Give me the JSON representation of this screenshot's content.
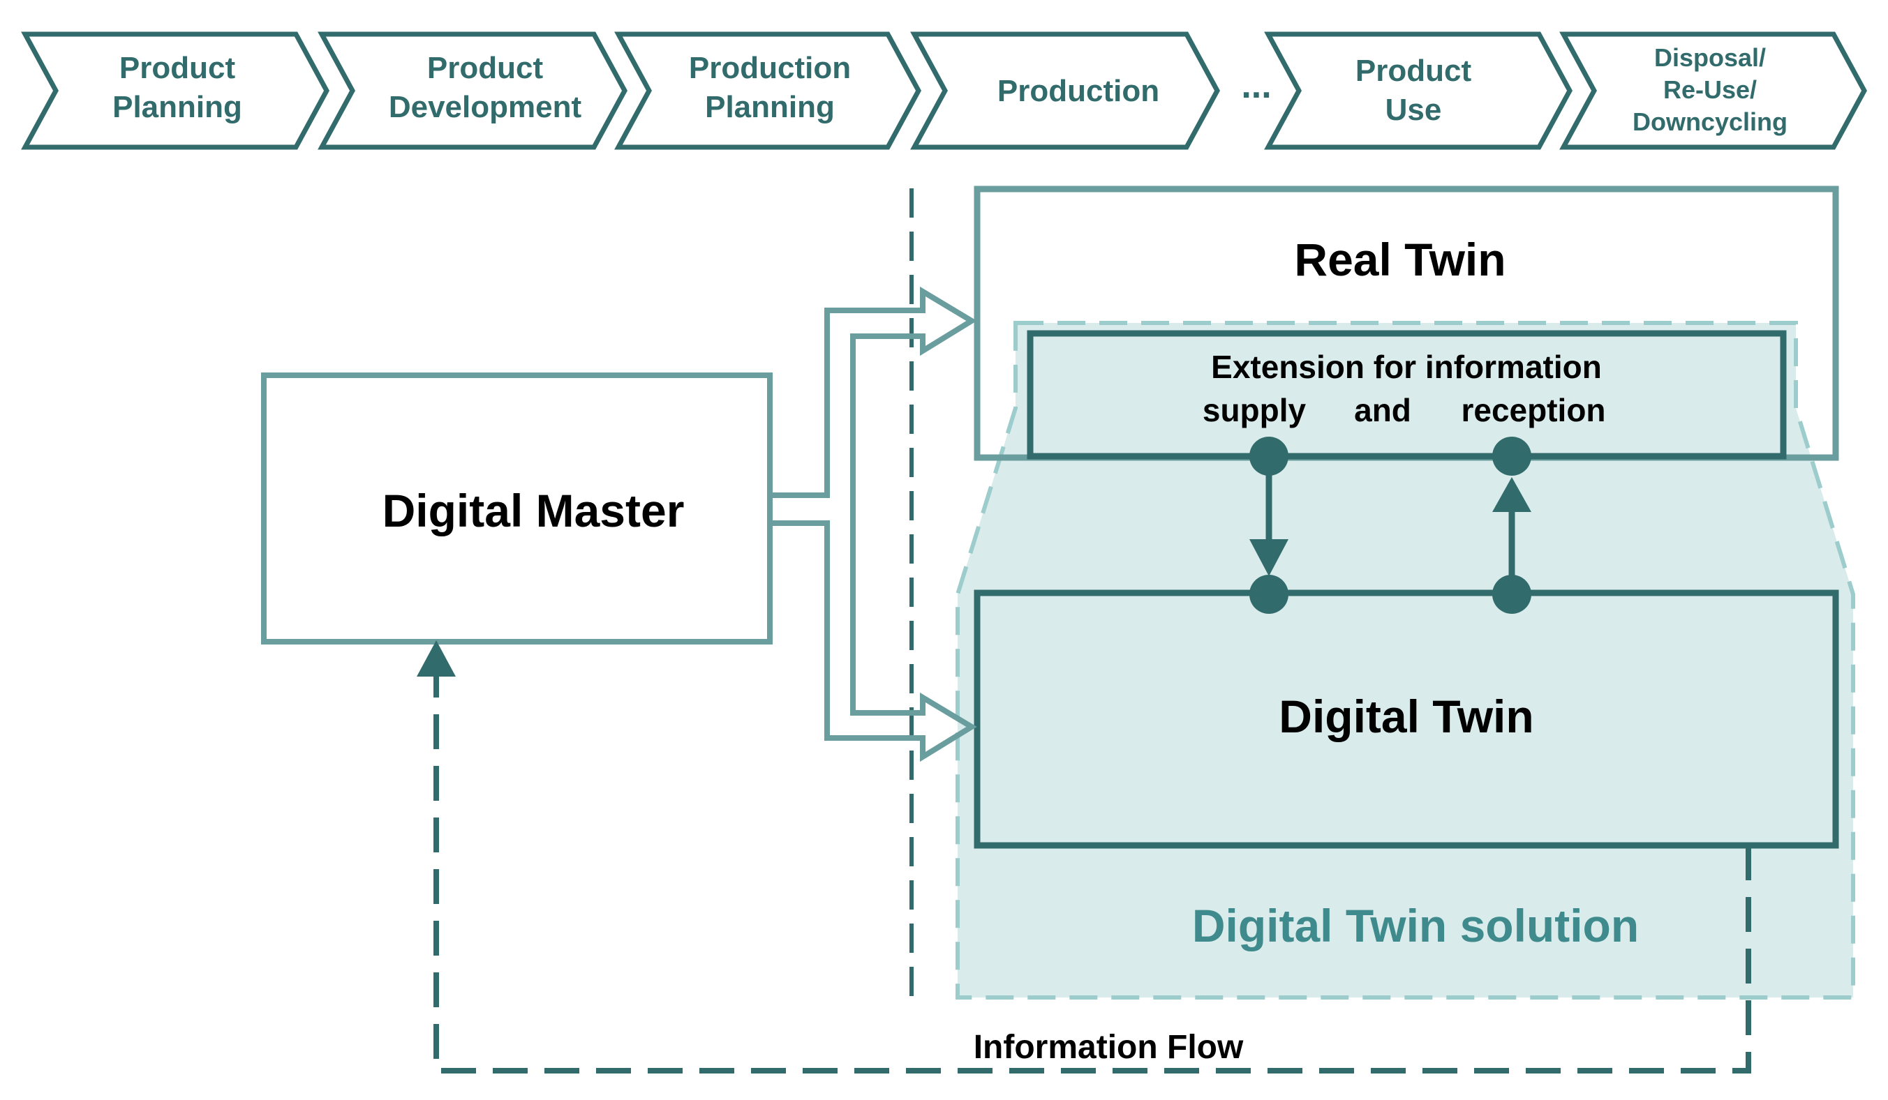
{
  "colors": {
    "dark_teal": "#326b6b",
    "mid_teal": "#6a9e9e",
    "light_teal_dash": "#9ccccb",
    "solution_fill": "#d9ebeb",
    "solution_text": "#3f8a8c"
  },
  "stages": [
    {
      "lines": [
        "Product",
        "Planning"
      ]
    },
    {
      "lines": [
        "Product",
        "Development"
      ]
    },
    {
      "lines": [
        "Production",
        "Planning"
      ]
    },
    {
      "lines": [
        "Production"
      ]
    },
    {
      "lines": [
        "Product",
        "Use"
      ]
    },
    {
      "lines": [
        "Disposal/",
        "Re-Use/",
        "Downcycling"
      ]
    }
  ],
  "ellipsis": "...",
  "boxes": {
    "digital_master": "Digital Master",
    "real_twin": "Real Twin",
    "extension_line1": "Extension for information",
    "extension_supply": "supply",
    "extension_and": "and",
    "extension_reception": "reception",
    "digital_twin": "Digital Twin",
    "solution": "Digital Twin solution",
    "information_flow": "Information Flow"
  }
}
